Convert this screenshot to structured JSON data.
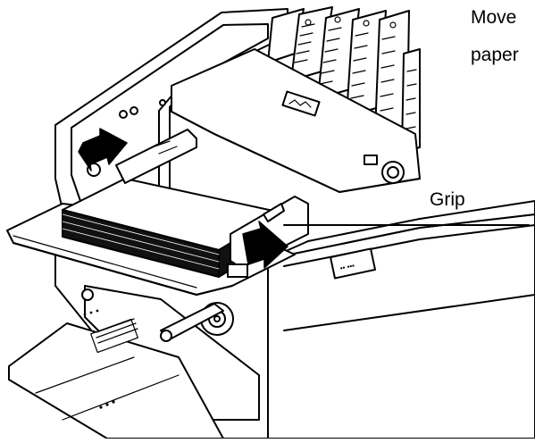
{
  "labels": {
    "move_line1": "Move",
    "move_line2": "paper",
    "grip": "Grip"
  },
  "colors": {
    "line": "#000000",
    "paper_stack": "#111111",
    "background": "#ffffff"
  },
  "icons": {
    "move_arrow": "double-headed-arrow-icon",
    "push_arrow": "arrow-icon"
  }
}
